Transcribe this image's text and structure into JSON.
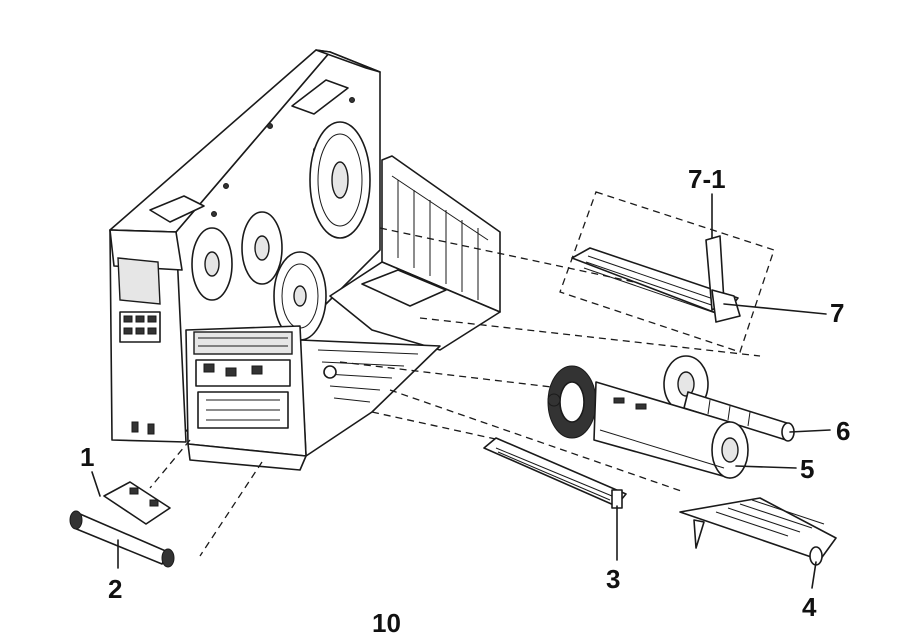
{
  "diagram": {
    "callouts": [
      {
        "id": "1",
        "text": "1"
      },
      {
        "id": "2",
        "text": "2"
      },
      {
        "id": "3",
        "text": "3"
      },
      {
        "id": "4",
        "text": "4"
      },
      {
        "id": "5",
        "text": "5"
      },
      {
        "id": "6",
        "text": "6"
      },
      {
        "id": "7",
        "text": "7"
      },
      {
        "id": "7-1",
        "text": "7-1"
      }
    ],
    "figure_number": "10"
  }
}
